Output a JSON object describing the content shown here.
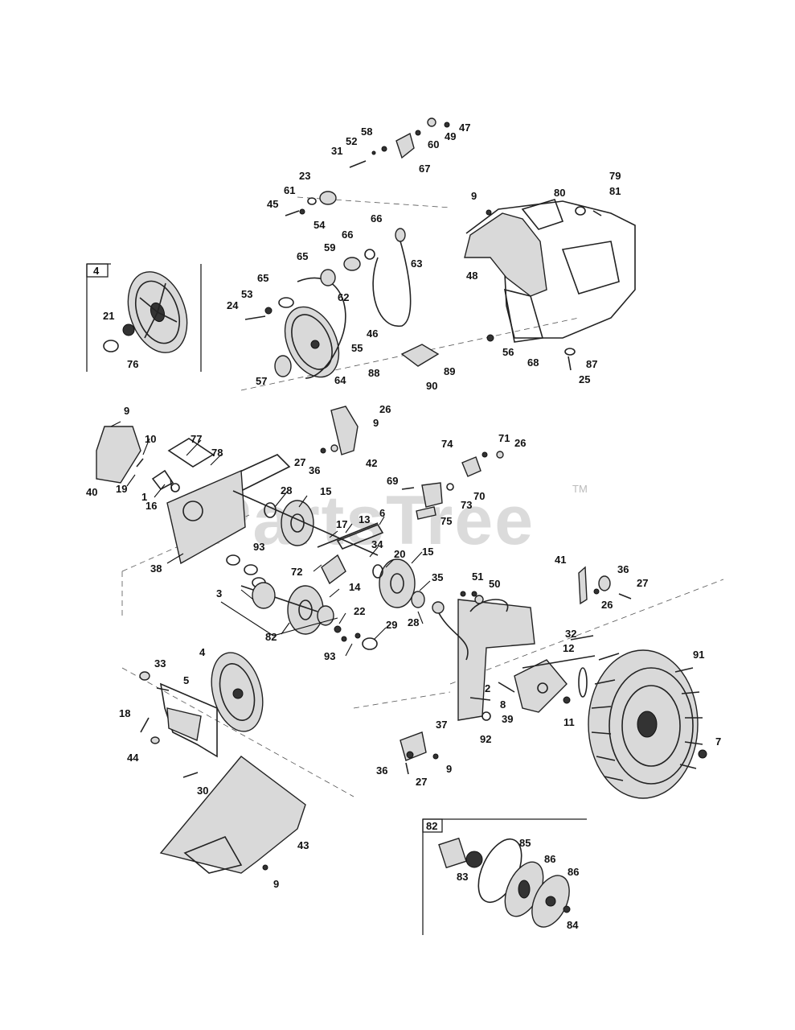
{
  "inset_labels": [
    "4",
    "82"
  ],
  "watermark": {
    "text": "PartsTree",
    "tm": "TM"
  },
  "callouts": [
    "1",
    "2",
    "3",
    "4",
    "5",
    "6",
    "7",
    "8",
    "9",
    "10",
    "11",
    "12",
    "13",
    "14",
    "15",
    "16",
    "17",
    "18",
    "19",
    "20",
    "21",
    "22",
    "23",
    "24",
    "25",
    "26",
    "27",
    "28",
    "29",
    "30",
    "31",
    "32",
    "33",
    "34",
    "35",
    "36",
    "37",
    "38",
    "39",
    "40",
    "41",
    "42",
    "43",
    "44",
    "45",
    "46",
    "47",
    "48",
    "49",
    "50",
    "51",
    "52",
    "53",
    "54",
    "55",
    "56",
    "57",
    "58",
    "59",
    "60",
    "61",
    "62",
    "63",
    "64",
    "65",
    "66",
    "67",
    "68",
    "69",
    "70",
    "71",
    "72",
    "73",
    "74",
    "75",
    "76",
    "77",
    "78",
    "79",
    "80",
    "81",
    "82",
    "83",
    "84",
    "85",
    "86",
    "87",
    "88",
    "89",
    "90",
    "91",
    "92",
    "93"
  ]
}
